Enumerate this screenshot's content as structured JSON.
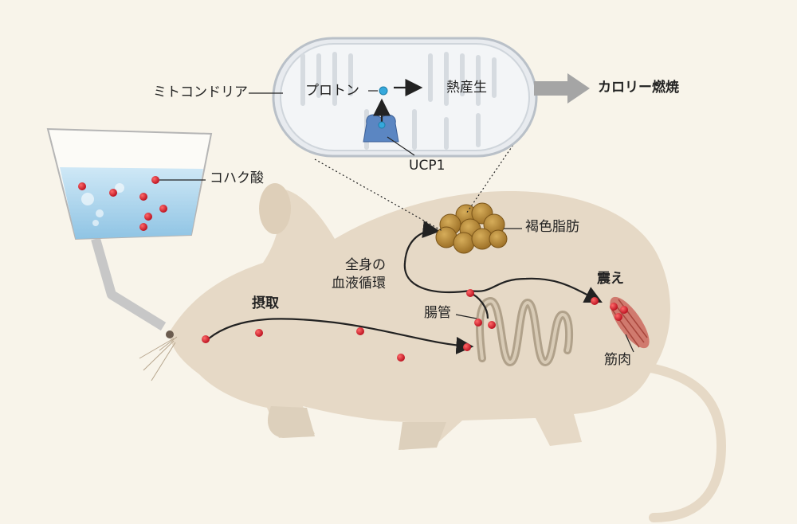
{
  "labels": {
    "mitochondria": "ミトコンドリア",
    "proton": "プロトン",
    "heat": "熱産生",
    "calorie": "カロリー燃焼",
    "ucp1": "UCP1",
    "succinate": "コハク酸",
    "brown_fat": "褐色脂肪",
    "circulation_line1": "全身の",
    "circulation_line2": "血液循環",
    "intake": "摂取",
    "intestine": "腸管",
    "shivering": "震え",
    "muscle": "筋肉"
  },
  "colors": {
    "background": "#f8f4ea",
    "mouse_body": "#e6d9c6",
    "succinate_dot": "#d11a2a",
    "proton_dot": "#35a8dc",
    "fat_cell": "#b8893a",
    "ucp1": "#5b86c2",
    "water": "#a9d3ec",
    "muscle": "#c8574c",
    "arrow": "#222222"
  },
  "icons": {
    "beaker": "beaker-icon",
    "mouse": "mouse-illustration",
    "mitochondrion": "mitochondrion-illustration"
  }
}
